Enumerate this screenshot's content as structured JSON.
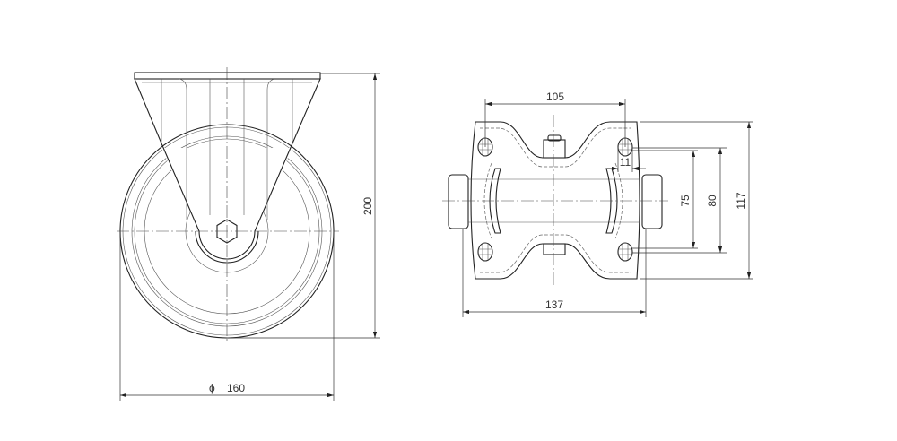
{
  "front_view": {
    "height_dimension": "200",
    "wheel_diameter_symbol": "ϕ",
    "wheel_diameter": "160"
  },
  "top_view": {
    "hole_spacing_x": "105",
    "plate_width": "137",
    "hole_diameter": "11",
    "hole_spacing_y_min": "75",
    "hole_spacing_y_max": "80",
    "plate_length": "117"
  }
}
